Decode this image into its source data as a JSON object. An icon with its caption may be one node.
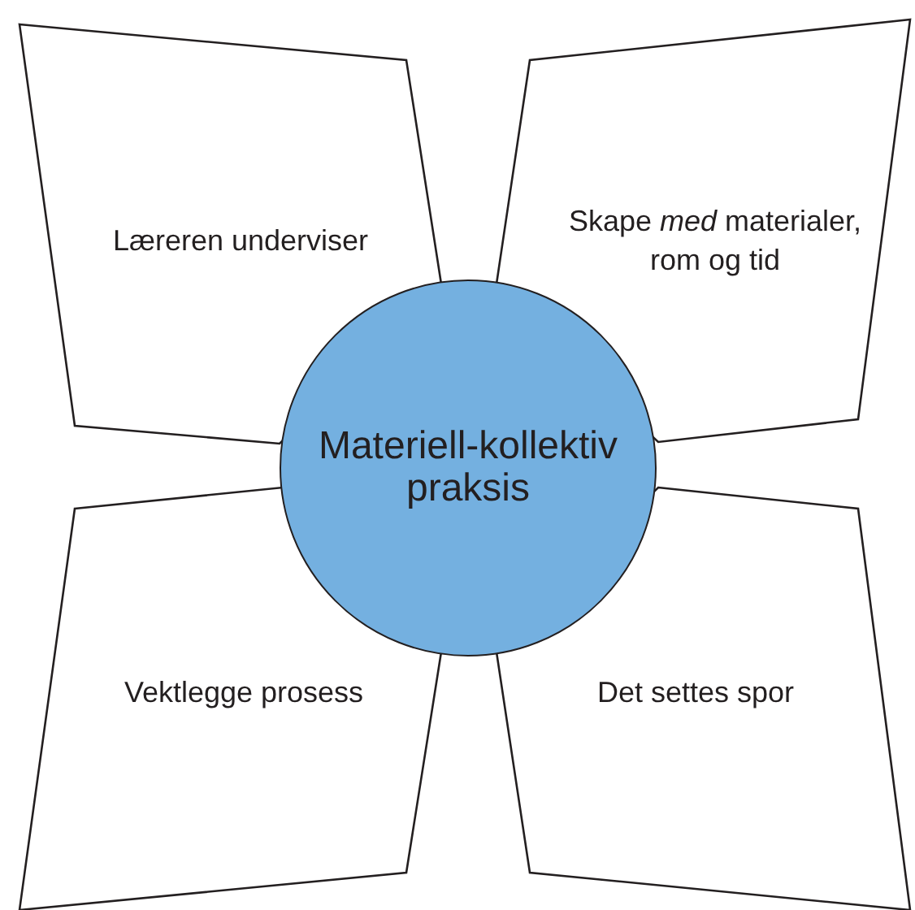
{
  "diagram": {
    "nodes": [
      {
        "text": [
          "Læreren underviser"
        ]
      },
      {
        "text": [
          "Skape *med* materialer, rom og tid"
        ]
      },
      {
        "text": [
          "Materiell-kollektiv praksis"
        ]
      },
      {
        "text": [
          "Vektlegge prosess"
        ]
      },
      {
        "text": [
          "Det settes spor"
        ]
      }
    ]
  }
}
